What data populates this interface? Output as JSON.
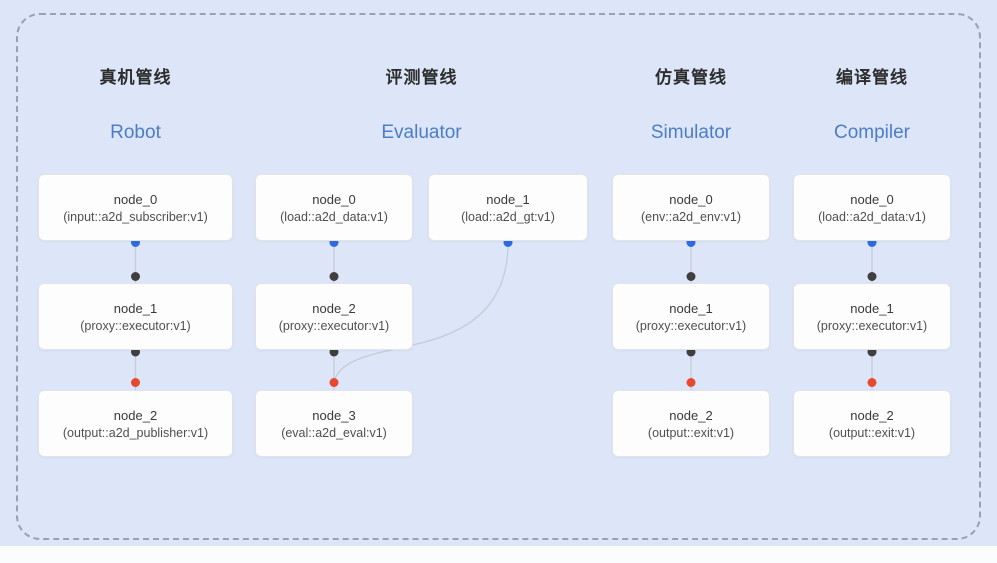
{
  "diagram": {
    "pipelines": [
      {
        "title_zh": "真机管线",
        "title_en": "Robot",
        "nodes": [
          {
            "name": "node_0",
            "type": "(input::a2d_subscriber:v1)"
          },
          {
            "name": "node_1",
            "type": "(proxy::executor:v1)"
          },
          {
            "name": "node_2",
            "type": "(output::a2d_publisher:v1)"
          }
        ]
      },
      {
        "title_zh": "评测管线",
        "title_en": "Evaluator",
        "nodes": [
          {
            "name": "node_0",
            "type": "(load::a2d_data:v1)"
          },
          {
            "name": "node_1",
            "type": "(load::a2d_gt:v1)"
          },
          {
            "name": "node_2",
            "type": "(proxy::executor:v1)"
          },
          {
            "name": "node_3",
            "type": "(eval::a2d_eval:v1)"
          }
        ]
      },
      {
        "title_zh": "仿真管线",
        "title_en": "Simulator",
        "nodes": [
          {
            "name": "node_0",
            "type": "(env::a2d_env:v1)"
          },
          {
            "name": "node_1",
            "type": "(proxy::executor:v1)"
          },
          {
            "name": "node_2",
            "type": "(output::exit:v1)"
          }
        ]
      },
      {
        "title_zh": "编译管线",
        "title_en": "Compiler",
        "nodes": [
          {
            "name": "node_0",
            "type": "(load::a2d_data:v1)"
          },
          {
            "name": "node_1",
            "type": "(proxy::executor:v1)"
          },
          {
            "name": "node_2",
            "type": "(output::exit:v1)"
          }
        ]
      }
    ],
    "colors": {
      "background": "#dce6f8",
      "frame_dash": "#98a2b3",
      "accent_blue_title": "#4d7cc9",
      "dot_output_blue": "#2e6be0",
      "dot_mid_dark": "#3f3f3f",
      "dot_input_red": "#e64a2e",
      "wire_gray": "#c6cbd6"
    }
  }
}
